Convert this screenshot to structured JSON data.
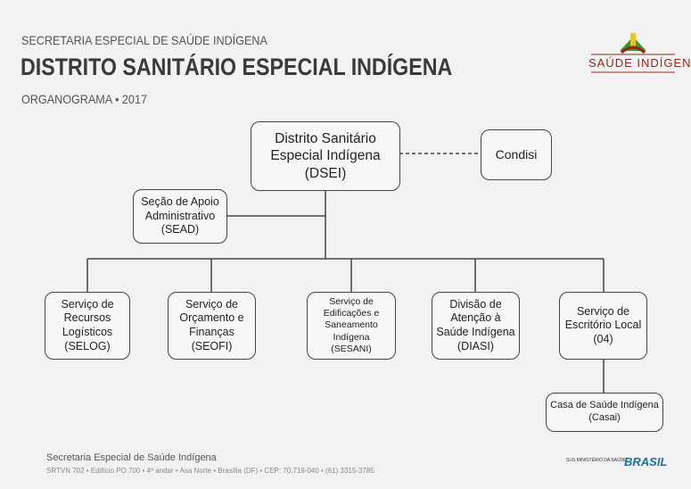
{
  "header": {
    "subtitle": "SECRETARIA ESPECIAL DE SAÚDE INDÍGENA",
    "title": "DISTRITO SANITÁRIO ESPECIAL INDÍGENA",
    "caption": "ORGANOGRAMA • 2017",
    "logo_text": "SAÚDE INDÍGENA"
  },
  "nodes": {
    "dsei": "Distrito Sanitário\nEspecial Indígena\n(DSEI)",
    "condisi": "Condisi",
    "sead": "Seção de Apoio\nAdministrativo\n(SEAD)",
    "selog": "Serviço de\nRecursos\nLogísticos\n(SELOG)",
    "seofi": "Serviço de\nOrçamento e\nFinanças\n(SEOFI)",
    "sesani": "Serviço de\nEdificações e\nSaneamento\nIndígena\n(SESANI)",
    "diasi": "Divisão de\nAtenção à\nSaúde Indígena\n(DIASI)",
    "escritorio": "Serviço de\nEscritório Local\n(04)",
    "casai": "Casa de Saúde Indígena\n(Casai)"
  },
  "footer": {
    "org": "Secretaria Especial de Saúde Indígena",
    "address": "SRTVN 702 • Edifício PO 700 • 4º andar • Asa Norte • Brasília (DF) • CEP: 70.719-040 • (61) 3315-3785",
    "ministry": "SUS MINISTÉRIO DA SAÚDE",
    "brasil": "BRASIL"
  }
}
